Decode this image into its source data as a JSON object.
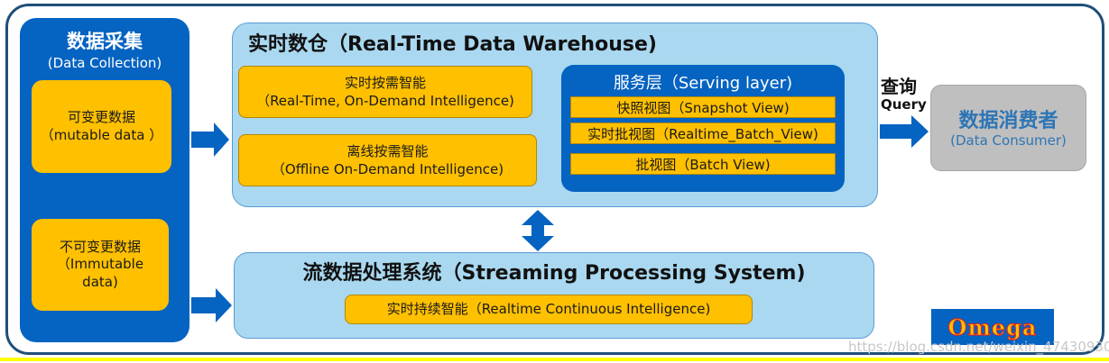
{
  "collection": {
    "title": "数据采集",
    "subtitle": "(Data Collection)",
    "mutable": "可变更数据\n（mutable data ）",
    "immutable": "不可变更数据\n（Immutable\ndata)"
  },
  "realtime_warehouse": {
    "title": "实时数仓（Real-Time Data Warehouse)",
    "rt_odi": "实时按需智能\n（Real-Time, On-Demand Intelligence)",
    "offline_odi": "离线按需智能\n（Offline On-Demand Intelligence)",
    "serving_layer": {
      "title": "服务层（Serving layer)",
      "snapshot": "快照视图（Snapshot View)",
      "realtime_batch": "实时批视图（Realtime_Batch_View)",
      "batch": "批视图（Batch View)"
    }
  },
  "streaming": {
    "title": "流数据处理系统（Streaming Processing System)",
    "rci": "实时持续智能（Realtime Continuous Intelligence)"
  },
  "query": {
    "cn": "查询",
    "en": "Query"
  },
  "consumer": {
    "title": "数据消费者",
    "subtitle": "(Data Consumer)"
  },
  "logo": "Omega",
  "watermark": "https://blog.csdn.net/weixin_47430930",
  "colors": {
    "dark_blue": "#0563c1",
    "light_blue": "#a9d8f0",
    "yellow": "#ffc000",
    "gray": "#bfbfbf",
    "frame": "#1f4e79",
    "consumer_text": "#2e75b6"
  }
}
